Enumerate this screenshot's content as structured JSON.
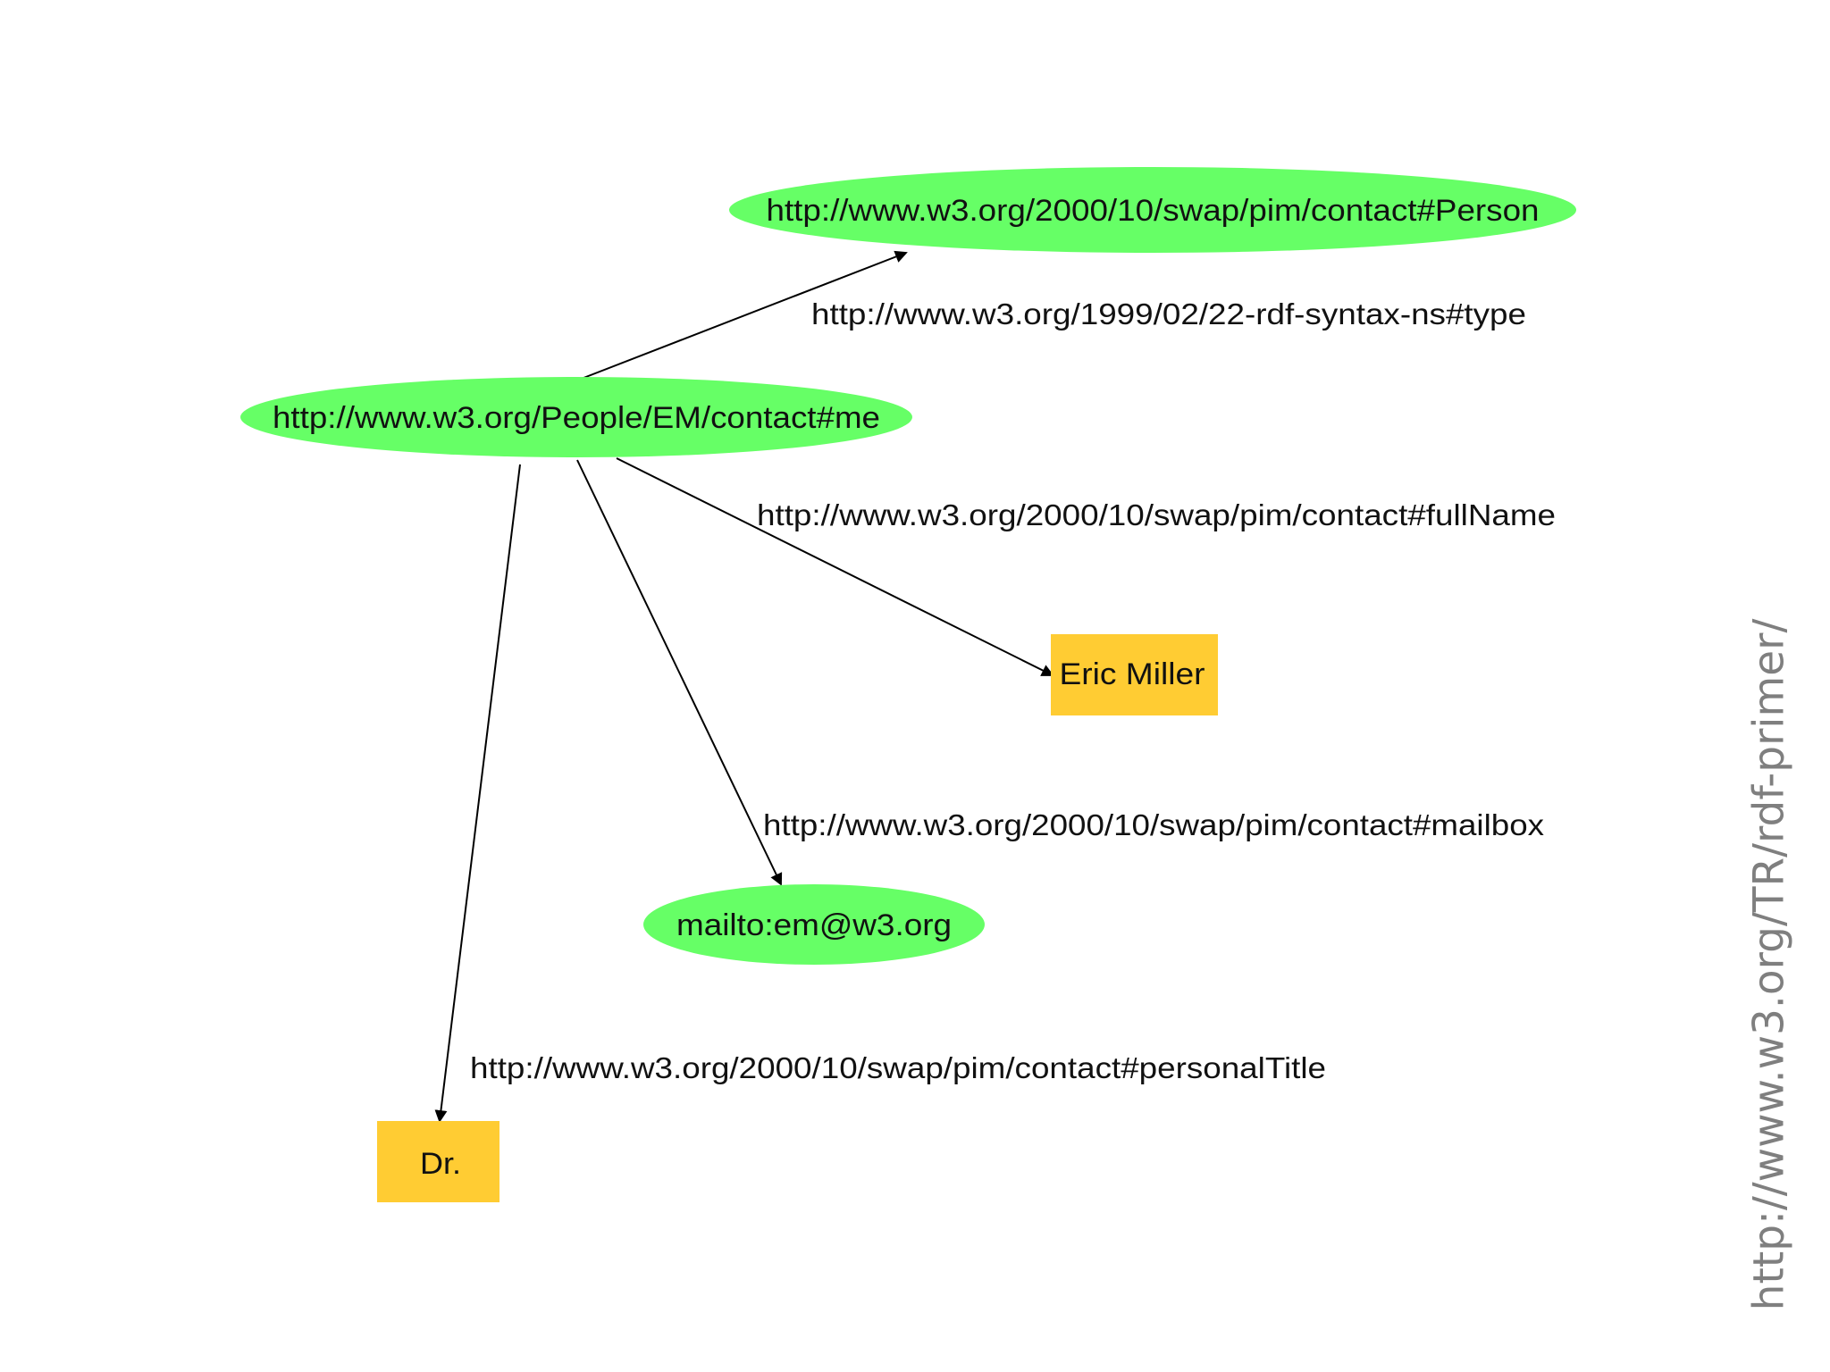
{
  "colors": {
    "resource_fill": "#66ff66",
    "literal_fill": "#ffcc33",
    "edge": "#000000",
    "text": "#111111",
    "side_text": "#7f7f7f"
  },
  "nodes": {
    "person_class": {
      "label": "http://www.w3.org/2000/10/swap/pim/contact#Person",
      "kind": "resource"
    },
    "me": {
      "label": "http://www.w3.org/People/EM/contact#me",
      "kind": "resource"
    },
    "full_name_value": {
      "label": "Eric Miller",
      "kind": "literal"
    },
    "mailbox_value": {
      "label": "mailto:em@w3.org",
      "kind": "resource"
    },
    "title_value": {
      "label": "Dr.",
      "kind": "literal"
    }
  },
  "edges": {
    "type": {
      "label": "http://www.w3.org/1999/02/22-rdf-syntax-ns#type",
      "from": "me",
      "to": "person_class"
    },
    "full_name": {
      "label": "http://www.w3.org/2000/10/swap/pim/contact#fullName",
      "from": "me",
      "to": "full_name_value"
    },
    "mailbox": {
      "label": "http://www.w3.org/2000/10/swap/pim/contact#mailbox",
      "from": "me",
      "to": "mailbox_value"
    },
    "personal_title": {
      "label": "http://www.w3.org/2000/10/swap/pim/contact#personalTitle",
      "from": "me",
      "to": "title_value"
    }
  },
  "source": "http://www.w3.org/TR/rdf-primer/"
}
